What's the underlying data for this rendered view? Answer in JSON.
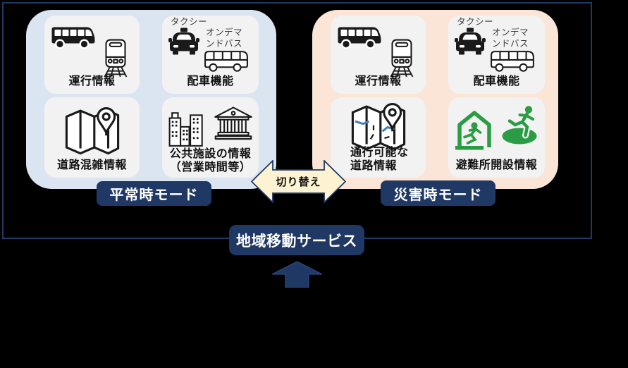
{
  "colors": {
    "background": "#000000",
    "frame_border": "#1f3864",
    "normal_panel_bg": "#dbe5f2",
    "disaster_panel_bg": "#fbe5d6",
    "card_bg": "#f2f2f2",
    "badge_bg": "#1f3864",
    "badge_text": "#ffffff",
    "switch_arrow_fill": "#fdf3d2",
    "switch_arrow_border": "#1f3864",
    "icon_green": "#2a9c44",
    "map_road_blue": "#4a7ebb",
    "icon_black": "#1a1a1a"
  },
  "normal_panel": {
    "mode_label": "平常時モード",
    "cards": {
      "operation": {
        "label": "運行情報",
        "icons": [
          "bus-icon",
          "train-icon"
        ]
      },
      "dispatch": {
        "label": "配車機能",
        "taxi_text": "タクシー",
        "ondemand_text": "オンデマンドバス",
        "icons": [
          "taxi-icon",
          "on-demand-bus-icon"
        ]
      },
      "road": {
        "label": "道路混雑情報",
        "icons": [
          "map-icon"
        ]
      },
      "facility": {
        "label_line1": "公共施設の情報",
        "label_line2": "（営業時間等）",
        "icons": [
          "buildings-icon",
          "bank-icon"
        ]
      }
    }
  },
  "disaster_panel": {
    "mode_label": "災害時モード",
    "cards": {
      "operation": {
        "label": "運行情報",
        "icons": [
          "bus-icon",
          "train-icon"
        ]
      },
      "dispatch": {
        "label": "配車機能",
        "taxi_text": "タクシー",
        "ondemand_text": "オンデマンドバス",
        "icons": [
          "taxi-icon",
          "on-demand-bus-icon"
        ]
      },
      "road": {
        "label_line1": "通行可能な",
        "label_line2": "道路情報",
        "icons": [
          "map-roads-icon"
        ]
      },
      "shelter": {
        "label": "避難所開設情報",
        "icons": [
          "shelter-house-icon",
          "evacuee-icon"
        ]
      }
    }
  },
  "switch_arrow": {
    "label": "切り替え"
  },
  "service": {
    "label": "地域移動サービス"
  }
}
